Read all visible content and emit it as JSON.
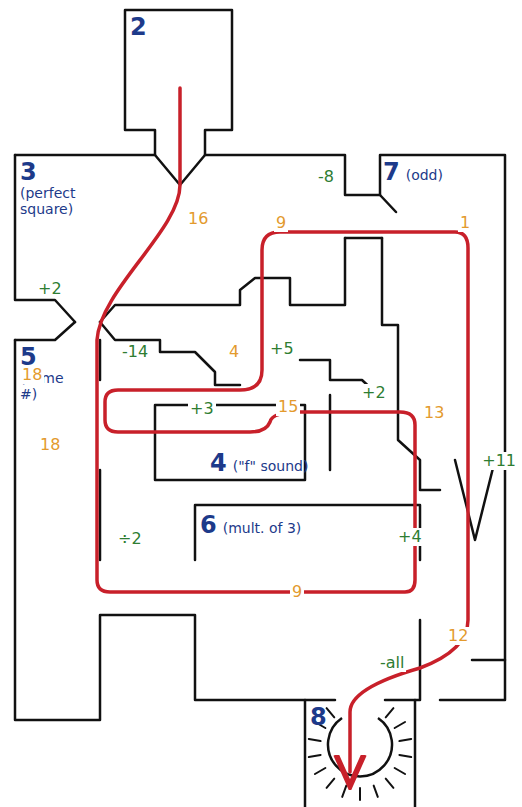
{
  "diagram": {
    "nodes": [
      {
        "text": [
          "2"
        ]
      },
      {
        "text": [
          "3",
          "(perfect square)"
        ]
      },
      {
        "text": [
          "7",
          "(odd)"
        ]
      },
      {
        "text": [
          "5",
          "(same #)"
        ]
      },
      {
        "text": [
          "4",
          "(\"f\" sound)"
        ]
      },
      {
        "text": [
          "6",
          "(mult. of 3)"
        ]
      },
      {
        "text": [
          "8"
        ]
      }
    ],
    "labels": [
      "-8",
      "16",
      "9",
      "1",
      "+2",
      "+5",
      "-14",
      "4",
      "18",
      "+2",
      "+3",
      "15",
      "13",
      "18",
      "+11",
      "+4",
      "÷2",
      "9",
      "12",
      "-all"
    ]
  }
}
